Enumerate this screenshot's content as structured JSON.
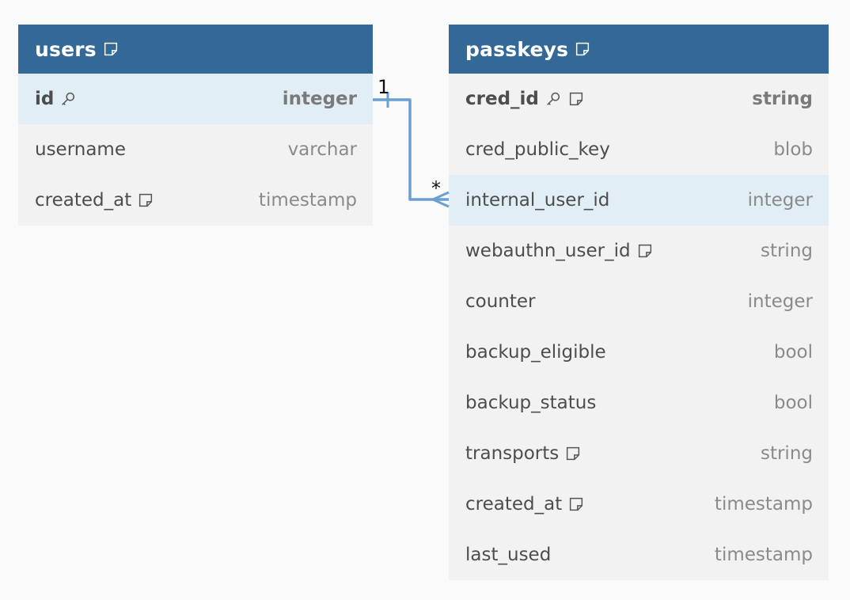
{
  "colors": {
    "header": "#336897",
    "highlight": "#e1eef5",
    "relation": "#6a9fcf"
  },
  "tables": [
    {
      "name": "users",
      "columns": [
        {
          "name": "id",
          "type": "integer",
          "pk": true,
          "note": false
        },
        {
          "name": "username",
          "type": "varchar",
          "pk": false,
          "note": false
        },
        {
          "name": "created_at",
          "type": "timestamp",
          "pk": false,
          "note": true
        }
      ]
    },
    {
      "name": "passkeys",
      "columns": [
        {
          "name": "cred_id",
          "type": "string",
          "pk": true,
          "note": true
        },
        {
          "name": "cred_public_key",
          "type": "blob",
          "pk": false,
          "note": false
        },
        {
          "name": "internal_user_id",
          "type": "integer",
          "pk": false,
          "note": false
        },
        {
          "name": "webauthn_user_id",
          "type": "string",
          "pk": false,
          "note": true
        },
        {
          "name": "counter",
          "type": "integer",
          "pk": false,
          "note": false
        },
        {
          "name": "backup_eligible",
          "type": "bool",
          "pk": false,
          "note": false
        },
        {
          "name": "backup_status",
          "type": "bool",
          "pk": false,
          "note": false
        },
        {
          "name": "transports",
          "type": "string",
          "pk": false,
          "note": true
        },
        {
          "name": "created_at",
          "type": "timestamp",
          "pk": false,
          "note": true
        },
        {
          "name": "last_used",
          "type": "timestamp",
          "pk": false,
          "note": false
        }
      ]
    }
  ],
  "relation": {
    "from": "users.id",
    "to": "passkeys.internal_user_id",
    "from_cardinality": "1",
    "to_cardinality": "*"
  }
}
